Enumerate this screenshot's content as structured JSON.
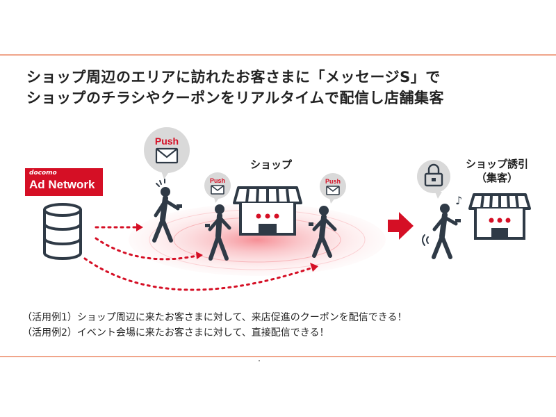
{
  "headline": {
    "line1": "ショップ周辺のエリアに訪れたお客さまに「メッセージS」で",
    "line2": "ショップのチラシやクーポンをリアルタイムで配信し店舗集客"
  },
  "badge": {
    "small": "docomo",
    "big": "Ad Network"
  },
  "bubbles": {
    "push_label": "Push"
  },
  "labels": {
    "shop": "ショップ",
    "shop_induction_line1": "ショップ誘引",
    "shop_induction_line2": "（集客）"
  },
  "examples": [
    "（活用例1）ショップ周辺に来たお客さまに対して、来店促進のクーポンを配信できる！",
    "（活用例2）イベント会場に来たお客さまに対して、直接配信できる！"
  ],
  "colors": {
    "accent": "#d50f25",
    "icon_dark": "#2f3a46",
    "bubble_gray": "#d9d9d9",
    "rule": "#f0a58a"
  },
  "icons": {
    "database": "database-icon",
    "mail": "mail-icon",
    "lock": "lock-icon",
    "shop": "shop-icon",
    "person": "person-icon",
    "arrow": "right-arrow-icon",
    "music": "music-note-icon"
  }
}
